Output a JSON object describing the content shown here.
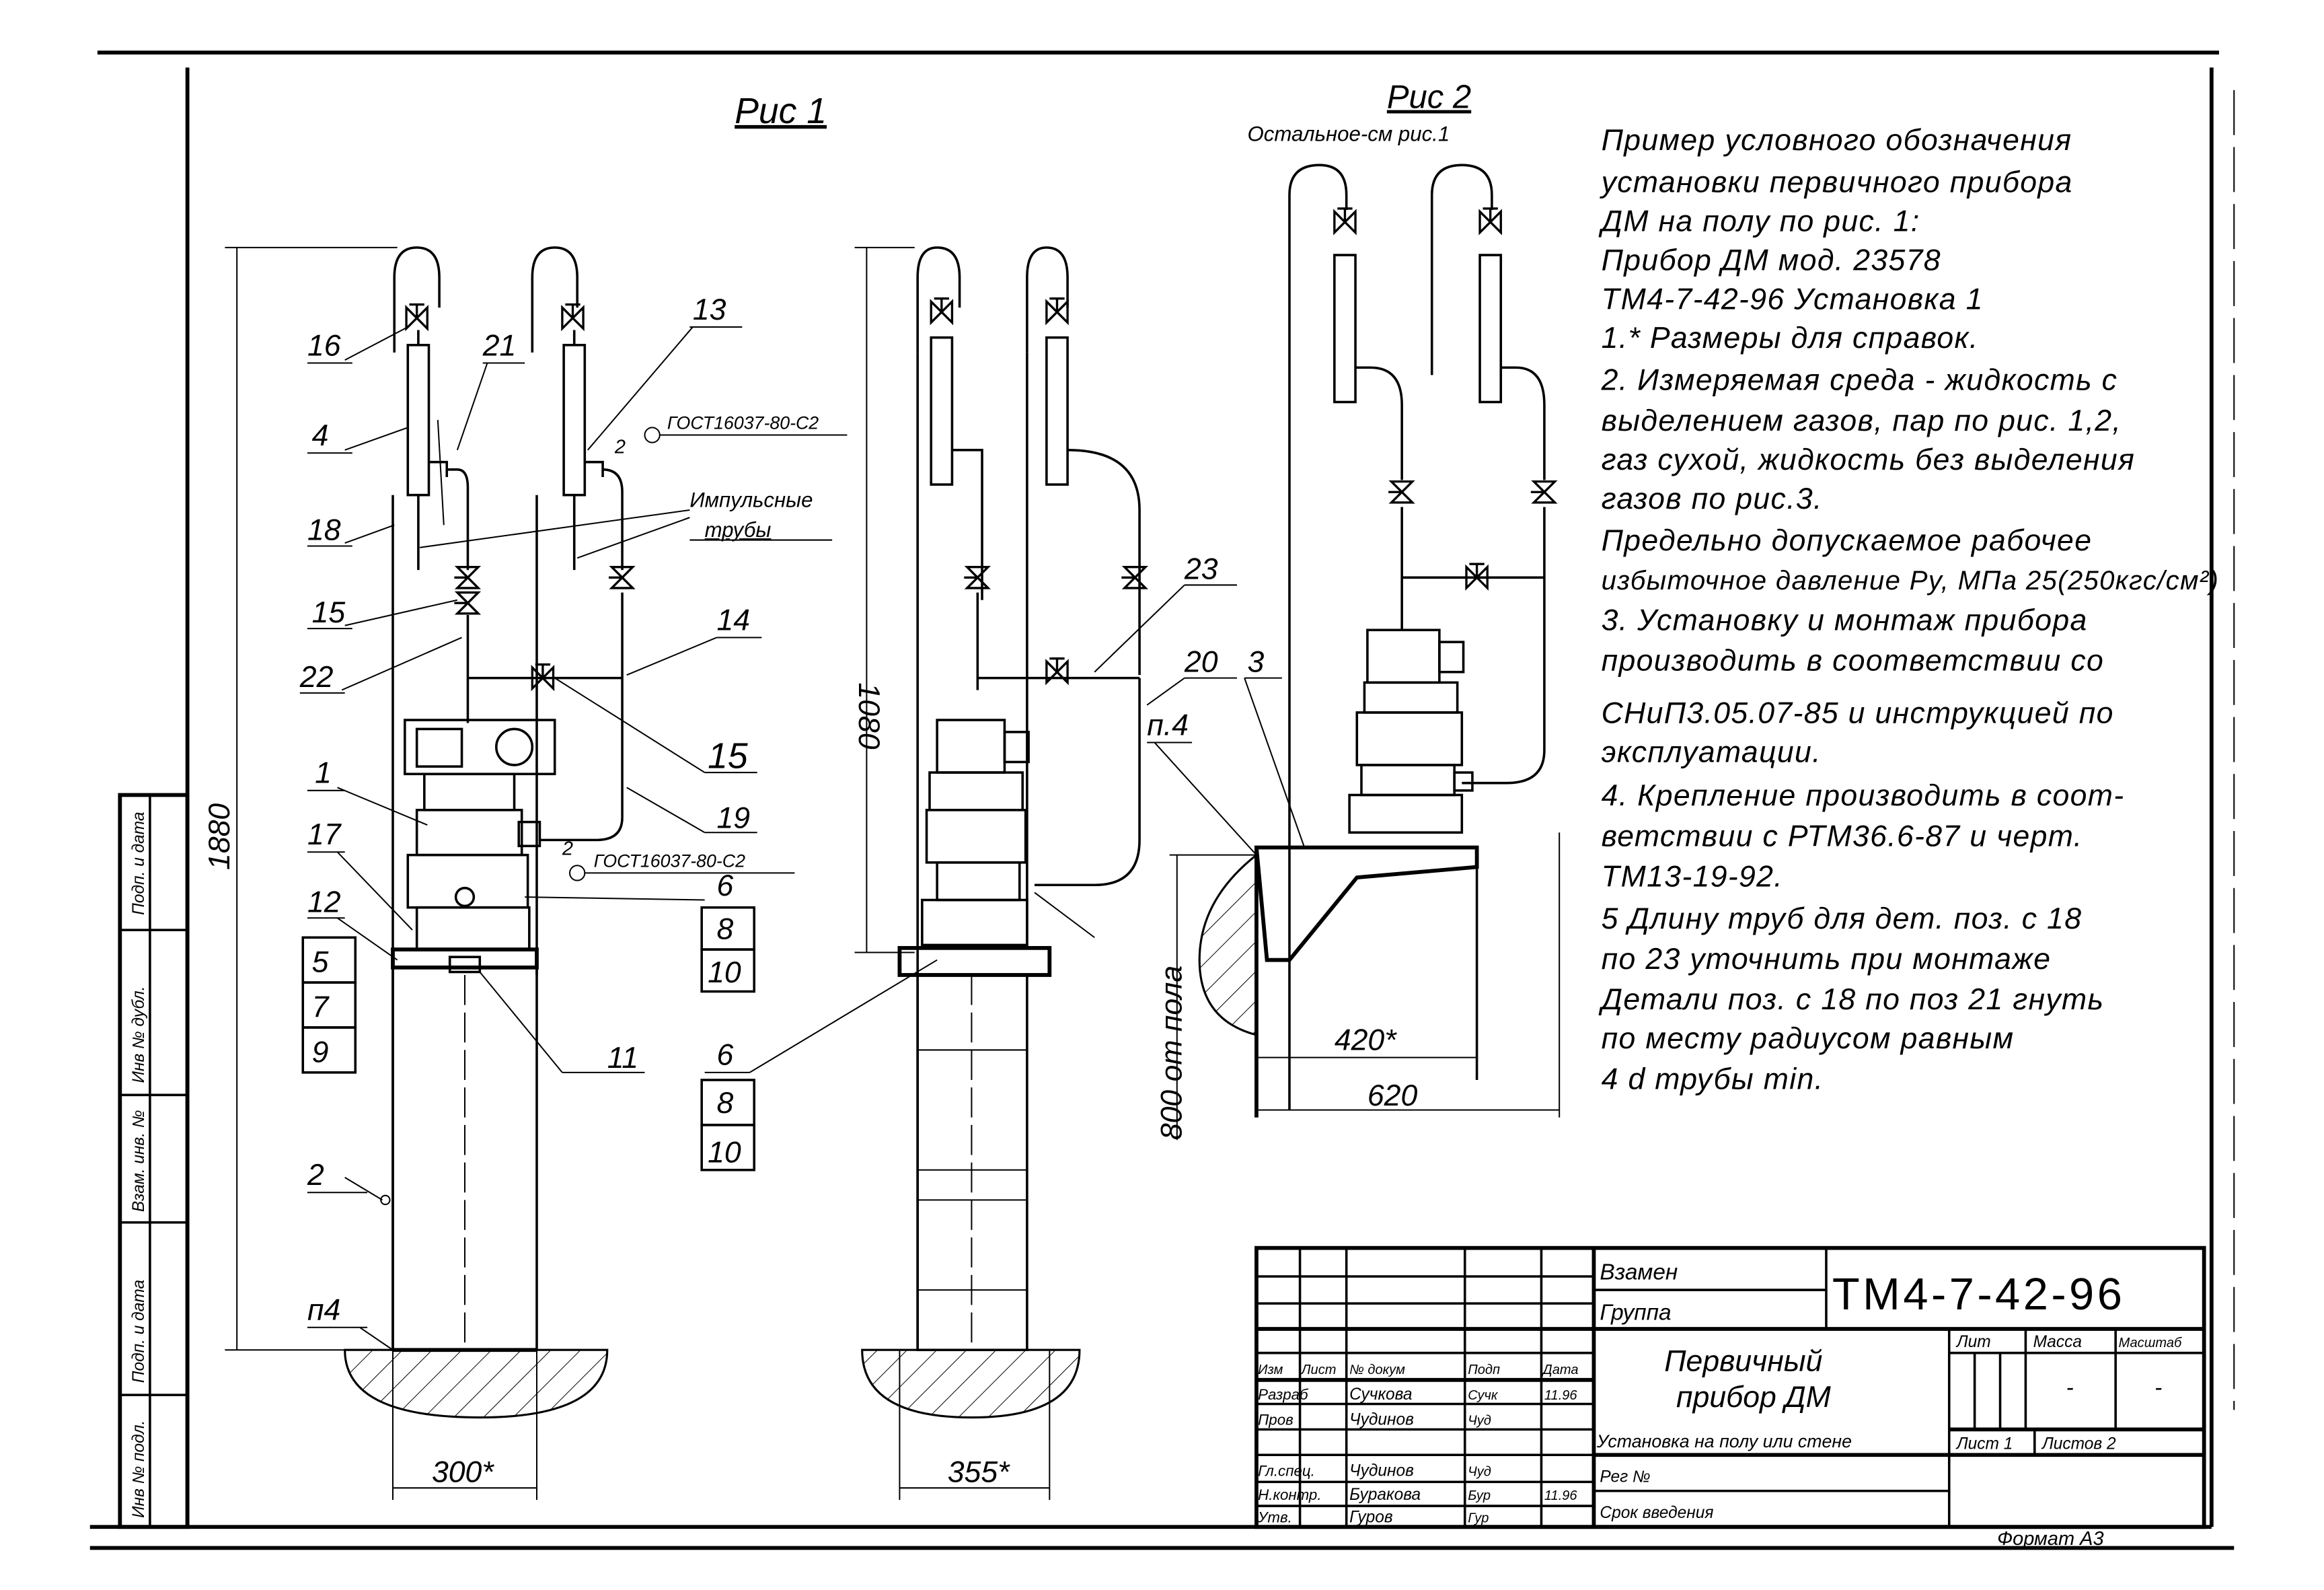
{
  "figures": {
    "fig1_title": "Рис 1",
    "fig2_title": "Рис 2",
    "fig2_subtitle": "Остальное-см рис.1"
  },
  "fig1_labels": {
    "p16": "16",
    "p21": "21",
    "p13": "13",
    "p4": "4",
    "p18": "18",
    "p15a": "15",
    "p22": "22",
    "p14": "14",
    "p15b": "15",
    "p19": "19",
    "p1": "1",
    "p17": "17",
    "p12": "12",
    "p5": "5",
    "p7": "7",
    "p9": "9",
    "p11": "11",
    "p6": "6",
    "p8": "8",
    "p10": "10",
    "p2": "2",
    "n4": "п4",
    "dim_width": "300*",
    "dim_height": "1880",
    "gost_top": "ГОСТ16037-80-С2",
    "gost_bottom": "ГОСТ16037-80-С2",
    "weld_top": "2",
    "weld_bottom": "2",
    "impulse_line1": "Импульсные",
    "impulse_line2": "трубы"
  },
  "fig2_labels": {
    "p23": "23",
    "p20": "20",
    "p3": "3",
    "n4": "п.4",
    "p6": "6",
    "p8": "8",
    "p10": "10",
    "dim_height": "1080",
    "dim_width": "355*"
  },
  "fig3_labels": {
    "dim_420": "420*",
    "dim_620": "620",
    "dim_floor": "800 от пола"
  },
  "notes": [
    "Пример условного обозначения",
    "установки первичного прибора",
    "ДМ на полу по рис. 1:",
    "Прибор ДМ мод. 23578",
    "ТМ4-7-42-96   Установка 1",
    "1.* Размеры для справок.",
    "2. Измеряемая среда - жидкость с",
    "выделением газов, пар по рис. 1,2,",
    "газ сухой, жидкость без выделения",
    "газов по рис.3.",
    "Предельно допускаемое рабочее",
    "избыточное давление Ру, МПа 25(250кгс/см²)",
    "3. Установку и монтаж прибора",
    "производить в соответствии со",
    "СНиП3.05.07-85 и инструкцией по",
    "эксплуатации.",
    "4. Крепление производить в соот-",
    "ветствии с РТМ36.6-87 и черт.",
    "ТМ13-19-92.",
    "5 Длину труб для дет. поз. с 18",
    "по 23 уточнить при монтаже",
    "Детали поз. с 18 по поз 21 гнуть",
    "по месту радиусом равным",
    "4 d трубы min."
  ],
  "side_strip": [
    "Подп. и дата",
    "Инв № дубл.",
    "Взам. инв. №",
    "Подп. и дата",
    "Инв № подл."
  ],
  "title_block": {
    "replaces_label": "Взамен",
    "group_label": "Группа",
    "doc_code": "ТМ4-7-42-96",
    "title_line1": "Первичный",
    "title_line2": "прибор ДМ",
    "subtitle": "Установка на полу или стене",
    "lit_label": "Лит",
    "mass_label": "Масса",
    "scale_label": "Масштаб",
    "mass_value": "-",
    "scale_value": "-",
    "sheet": "Лист 1",
    "sheets": "Листов 2",
    "reg_label": "Рег №",
    "term_label": "Срок введения",
    "headers": [
      "Изм",
      "Лист",
      "№ докум",
      "Подп",
      "Дата"
    ],
    "rows": [
      {
        "role": "Разраб",
        "name": "Сучкова",
        "sign": "Сучк",
        "date": "11.96"
      },
      {
        "role": "Пров",
        "name": "Чудинов",
        "sign": "Чуд",
        "date": ""
      },
      {
        "role": "Гл.спец.",
        "name": "Чудинов",
        "sign": "Чуд",
        "date": ""
      },
      {
        "role": "Н.контр.",
        "name": "Буракова",
        "sign": "Бур",
        "date": "11.96"
      },
      {
        "role": "Утв.",
        "name": "Гуров",
        "sign": "Гур",
        "date": ""
      }
    ],
    "format": "Формат А3"
  }
}
